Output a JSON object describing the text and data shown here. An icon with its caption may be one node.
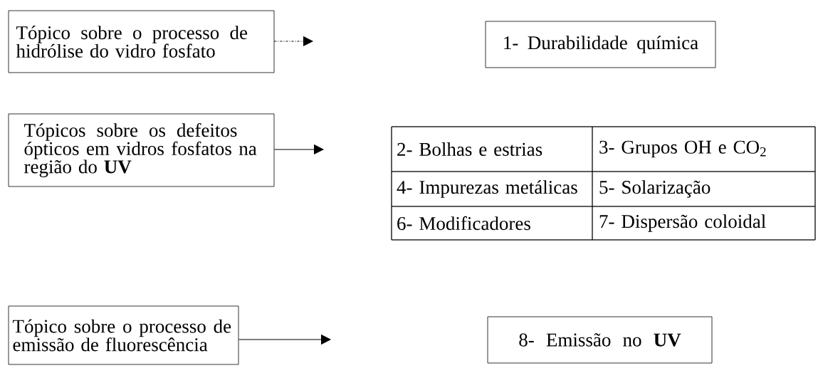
{
  "diagram": {
    "nodes": [
      {
        "text": [
          "Tópico sobre o processo de hidrólise do vidro fosfato"
        ]
      },
      {
        "text": [
          "1- Durabilidade química"
        ]
      },
      {
        "text": [
          "Tópicos sobre os defeitos ópticos em vidros fosfatos na região do **UV**"
        ]
      },
      {
        "text": [],
        "shape": "box"
      },
      {
        "text": [
          "2- Bolhas e estrias"
        ],
        "in": 3
      },
      {
        "text": [
          "3- Grupos OH e CO$_{2}$"
        ],
        "in": 3
      },
      {
        "text": [
          "4- Impurezas metálicas"
        ],
        "in": 3
      },
      {
        "text": [
          "5- Solarização"
        ],
        "in": 3
      },
      {
        "text": [
          "6- Modificadores"
        ],
        "in": 3
      },
      {
        "text": [
          "7- Dispersão coloidal"
        ],
        "in": 3
      },
      {
        "text": [
          "Tópico sobre o processo de emissão de fluorescência"
        ]
      },
      {
        "text": [
          "8- Emissão no **UV**"
        ]
      }
    ],
    "edges": [
      {
        "from": 0,
        "to": null,
        "arrow": "to",
        "style": "dashed"
      },
      {
        "from": 2,
        "to": null,
        "arrow": "to"
      },
      {
        "from": 10,
        "to": null,
        "arrow": "to"
      }
    ]
  }
}
